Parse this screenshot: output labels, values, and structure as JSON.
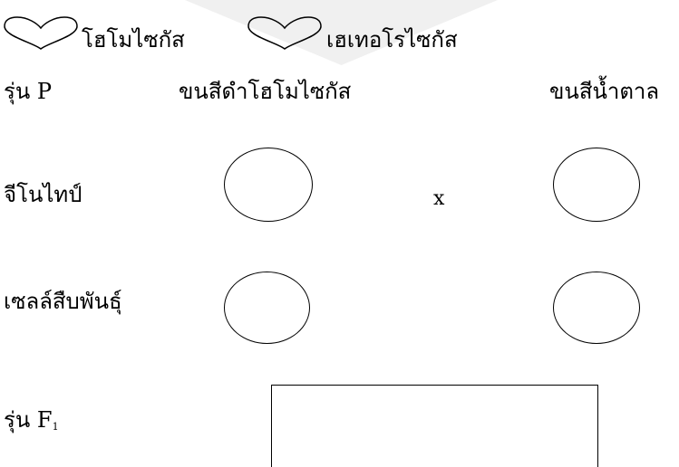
{
  "legend": {
    "homozygous": "โฮโมไซกัส",
    "heterozygous": "เฮเทอโรไซกัส"
  },
  "rows": {
    "parent_label": "รุ่น P",
    "genotype_label": "จีโนไทป์",
    "gamete_label": "เซลล์สืบพันธุ์",
    "f1_label": "รุ่น F",
    "f1_subscript": "1"
  },
  "parents": {
    "left": "ขนสีดำโฮโมไซกัส",
    "right": "ขนสีน้ำตาล"
  },
  "cross_symbol": "x"
}
